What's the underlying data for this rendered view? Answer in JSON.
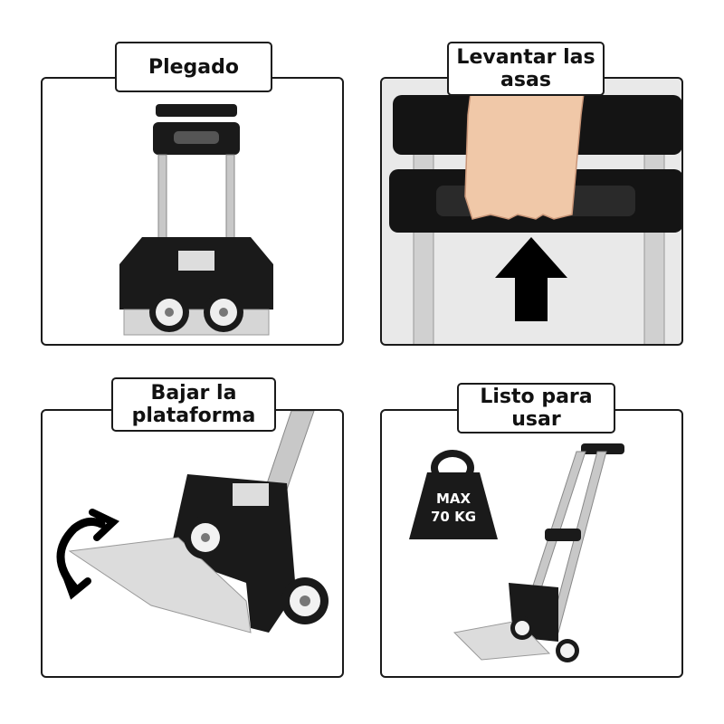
{
  "panels": [
    {
      "title": "Plegado"
    },
    {
      "title": "Levantar las asas"
    },
    {
      "title": "Bajar la plataforma"
    },
    {
      "title": "Listo para usar"
    }
  ],
  "weight_badge": {
    "line1": "MAX",
    "line2": "70 KG"
  },
  "colors": {
    "frame": "#1a1a1a",
    "aluminum": "#c8c8c8",
    "skin": "#f0c8a8",
    "panel_bg_2": "#e9e9e9"
  },
  "icons": [
    "up-arrow-icon",
    "rotate-arrow-icon",
    "weight-icon"
  ]
}
